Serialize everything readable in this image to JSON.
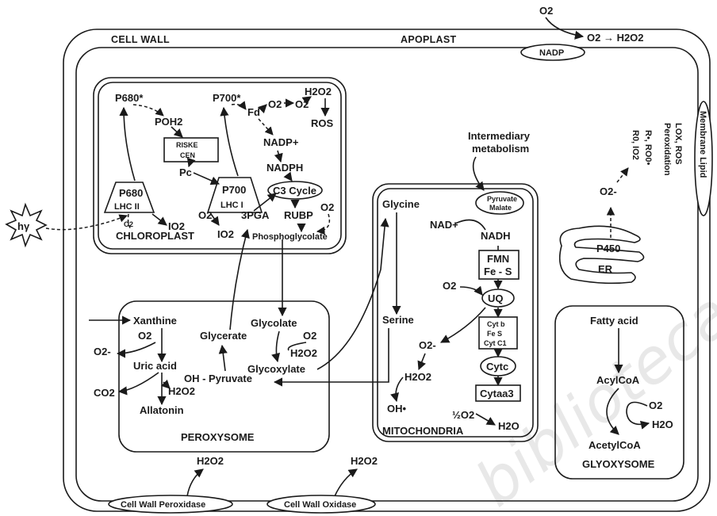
{
  "regions": {
    "cell_wall": "CELL WALL",
    "apoplast": "APOPLAST",
    "chloroplast": "CHLOROPLAST",
    "peroxysome": "PEROXYSOME",
    "mitochondria": "MITOCHONDRIA",
    "glyoxysome": "GLYOXYSOME",
    "er": "ER"
  },
  "apoplast": {
    "o2_top": "O2",
    "nadp": "NADP",
    "o2_h2o2": "O2 → H2O2",
    "membrane": "Membrane Lipid",
    "lox": "LOX, ROS",
    "perox": "Peroxidation"
  },
  "light": {
    "label": "hγ"
  },
  "chloroplast": {
    "p680star": "P680*",
    "p700star": "P700*",
    "poh2": "POH2",
    "riske1": "RISKE",
    "riske2": "CEN",
    "pc": "Pc",
    "p680": "P680",
    "lhc2": "LHC II",
    "p700": "P700",
    "lhc1": "LHC I",
    "fd": "Fd",
    "o2a": "O2",
    "o2b": "O2",
    "h2o2": "H2O2",
    "ros": "ROS",
    "nadp": "NADP+",
    "nadph": "NADPH",
    "c3": "C3 Cycle",
    "rubp": "RUBP",
    "o2c": "O2",
    "pga": "3PGA",
    "phosphoglycolate": "Phosphoglycolate",
    "o2d": "O2",
    "io2a": "IO2",
    "io2b": "IO2",
    "o2e": "O2"
  },
  "peroxysome": {
    "xanthine": "Xanthine",
    "o2": "O2",
    "o2rad": "O2-",
    "uric": "Uric acid",
    "co2": "CO2",
    "h2o2a": "H2O2",
    "allatonin": "Allatonin",
    "glycerate": "Glycerate",
    "ohpyruvate": "OH - Pyruvate",
    "glycolate": "Glycolate",
    "o2b": "O2",
    "h2o2b": "H2O2",
    "glycoxylate": "Glycoxylate"
  },
  "mitochondria": {
    "intermediary1": "Intermediary",
    "intermediary2": "metabolism",
    "pyruvate": "Pyruvate",
    "malate": "Malate",
    "nad": "NAD+",
    "nadh": "NADH",
    "fmn": "FMN",
    "fes": "Fe - S",
    "o2": "O2",
    "uq": "UQ",
    "cytb1": "Cyt b",
    "cytb2": "Fe S",
    "cytb3": "Cyt C1",
    "o2rad": "O2-",
    "cytc": "Cytc",
    "h2o2": "H2O2",
    "cytaa3": "Cytaa3",
    "oh": "OH•",
    "halfo2": "½O2",
    "h2o": "H2O",
    "glycine": "Glycine",
    "serine": "Serine"
  },
  "er": {
    "p450": "P450",
    "o2rad": "O2-",
    "r1": "R•, RO0•",
    "r2": "R0, IO2"
  },
  "glyoxysome": {
    "fatty": "Fatty acid",
    "acylcoa": "AcylCoA",
    "o2": "O2",
    "h2o": "H2O",
    "acetylcoa": "AcetylCoA"
  },
  "wall": {
    "h2o2a": "H2O2",
    "h2o2b": "H2O2",
    "peroxidase": "Cell Wall Peroxidase",
    "oxidase": "Cell Wall Oxidase"
  },
  "watermark": "bibliotecas"
}
